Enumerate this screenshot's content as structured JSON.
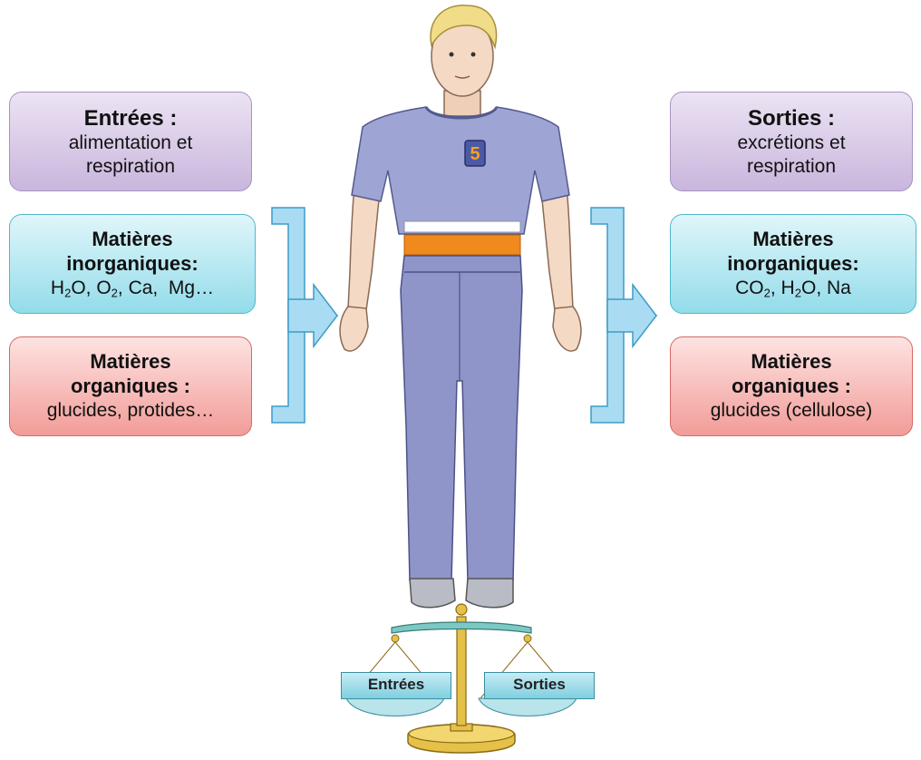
{
  "left": {
    "top": {
      "title": "Entrées :",
      "line1": "alimentation et",
      "line2": "respiration"
    },
    "middle": {
      "title1": "Matières",
      "title2": "inorganiques:",
      "formula": "H2O, O2, Ca,  Mg…"
    },
    "bottom": {
      "title1": "Matières",
      "title2": "organiques :",
      "desc": "glucides, protides…"
    }
  },
  "right": {
    "top": {
      "title": "Sorties :",
      "line1": "excrétions et",
      "line2": "respiration"
    },
    "middle": {
      "title1": "Matières",
      "title2": "inorganiques:",
      "formula": "CO2, H2O, Na"
    },
    "bottom": {
      "title1": "Matières",
      "title2": "organiques :",
      "desc": "glucides (cellulose)"
    }
  },
  "shirt_number": "5",
  "scale": {
    "left_pan": "Entrées",
    "right_pan": "Sorties"
  },
  "colors": {
    "purple_box": "#d9cbe8",
    "teal_box": "#b8eaf3",
    "red_box": "#f6bdbb",
    "bracket_arrow": "#a9dcf2",
    "shirt": "#9ea4d3",
    "jeans": "#8f94c9",
    "belt_stripe": "#f08a1c",
    "scale_gold": "#e5c14a"
  }
}
